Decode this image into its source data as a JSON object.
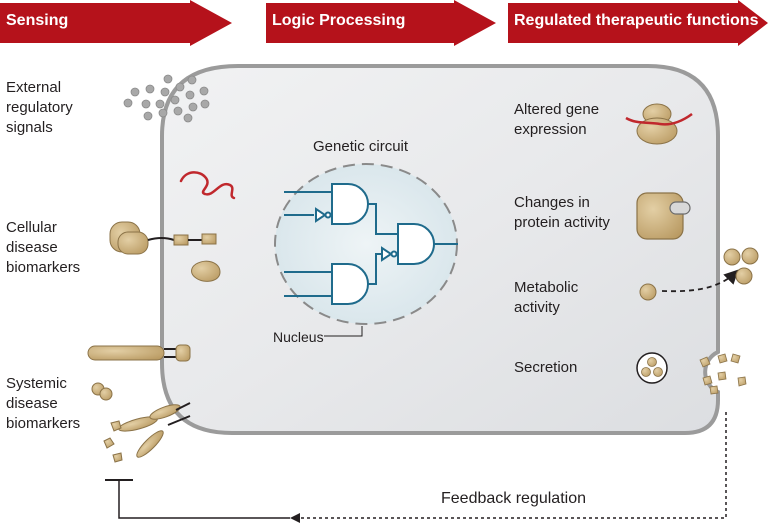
{
  "stages": {
    "sensing": "Sensing",
    "logic": "Logic Processing",
    "functions": "Regulated therapeutic functions"
  },
  "inputs": {
    "external": "External\nregulatory\nsignals",
    "cellular": "Cellular\ndisease\nbiomarkers",
    "systemic": "Systemic\ndisease\nbiomarkers"
  },
  "circuit": {
    "title": "Genetic circuit",
    "nucleus": "Nucleus"
  },
  "outputs": {
    "gene": "Altered gene\nexpression",
    "protein": "Changes in\nprotein activity",
    "metabolic": "Metabolic\nactivity",
    "secretion": "Secretion"
  },
  "feedback": "Feedback regulation",
  "colors": {
    "arrow": "#b5121b",
    "cell_border": "#9b9b9b",
    "circuit": "#1f6b8c",
    "biomarker": "#c7ac7a",
    "signal_dot": "#a8a8a8",
    "rna": "#c0282d"
  }
}
